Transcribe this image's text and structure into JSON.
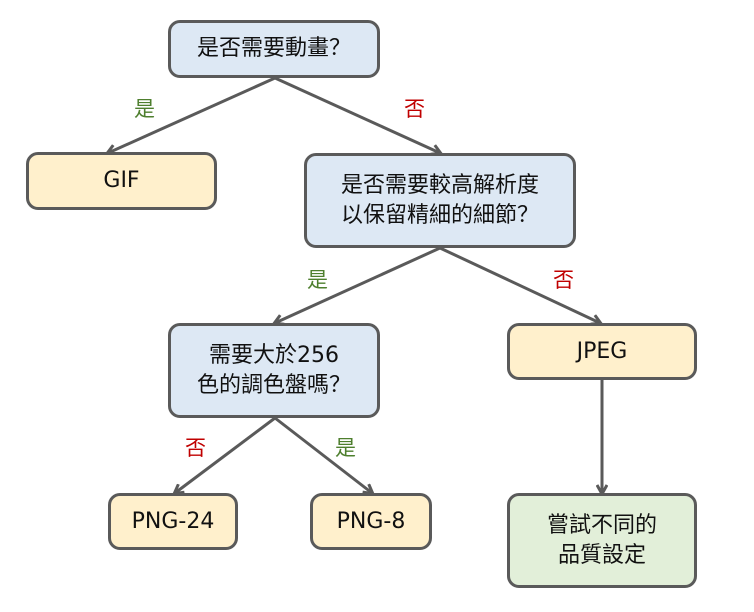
{
  "colors": {
    "question_fill": "#dde8f4",
    "result_fill": "#fff0cc",
    "tip_fill": "#e2efd9",
    "border": "#5a5a5a",
    "yes_label": "#4e7f2e",
    "no_label": "#c00000"
  },
  "nodes": {
    "q_animation": "是否需要動畫？",
    "gif": "GIF",
    "q_resolution": "是否需要較高解析度\n以保留精細的細節？",
    "q_palette": "需要大於256\n色的調色盤嗎？",
    "jpeg": "JPEG",
    "png24": "PNG-24",
    "png8": "PNG-8",
    "tip_quality": "嘗試不同的\n品質設定"
  },
  "edge_labels": {
    "animation_yes": "是",
    "animation_no": "否",
    "resolution_yes": "是",
    "resolution_no": "否",
    "palette_no": "否",
    "palette_yes": "是"
  }
}
